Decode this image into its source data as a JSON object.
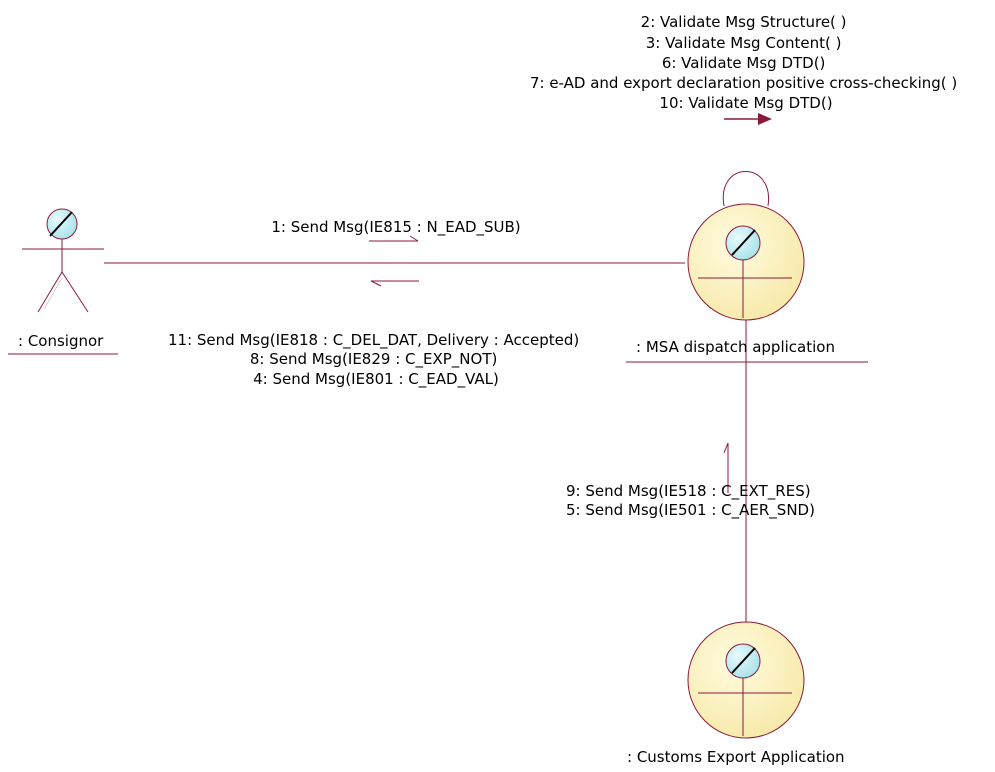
{
  "diagram": {
    "colors": {
      "line": "#8b1a3a",
      "actor_head_fill": "#c9f0f4",
      "object_fill": "#fdf6c8"
    },
    "objects": {
      "consignor": {
        "label": ": Consignor"
      },
      "msa": {
        "label": ": MSA dispatch application"
      },
      "customs": {
        "label": ": Customs Export Application"
      }
    },
    "messages": {
      "self_msa": [
        "2: Validate Msg Structure( )",
        "3: Validate Msg Content( )",
        "6: Validate Msg DTD()",
        "7: e-AD and export declaration positive cross-checking( )",
        "10: Validate Msg DTD()"
      ],
      "consignor_to_msa": [
        "1: Send Msg(IE815 : N_EAD_SUB)"
      ],
      "msa_to_consignor": [
        "11: Send Msg(IE818 : C_DEL_DAT, Delivery : Accepted)",
        "8: Send Msg(IE829 : C_EXP_NOT)",
        "4: Send Msg(IE801 : C_EAD_VAL)"
      ],
      "customs_to_msa": [
        "9: Send Msg(IE518 : C_EXT_RES)",
        "5: Send Msg(IE501 : C_AER_SND)"
      ]
    }
  }
}
